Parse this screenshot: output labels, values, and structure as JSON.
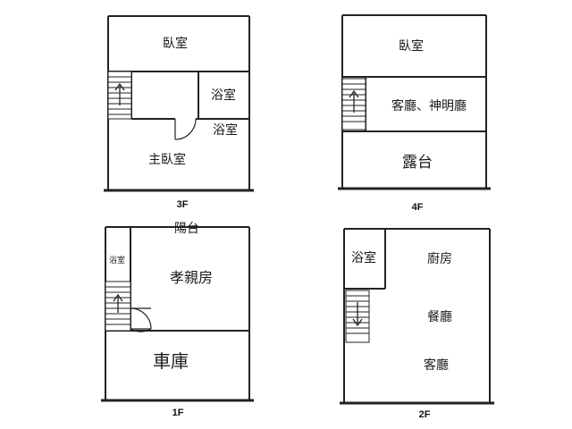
{
  "floors": {
    "f3": {
      "label": "3F",
      "rooms": {
        "bedroom": "臥室",
        "bath1": "浴室",
        "bath2": "浴室",
        "master": "主臥室"
      }
    },
    "f4": {
      "label": "4F",
      "rooms": {
        "bedroom": "臥室",
        "living_shrine": "客廳、神明廳",
        "terrace": "露台"
      }
    },
    "f1": {
      "label": "1F",
      "rooms": {
        "balcony": "陽台",
        "bath": "浴室",
        "parents": "孝親房",
        "garage": "車庫"
      }
    },
    "f2": {
      "label": "2F",
      "rooms": {
        "bath": "浴室",
        "kitchen": "廚房",
        "dining": "餐廳",
        "living": "客廳"
      }
    }
  },
  "colors": {
    "wall": "#222222",
    "text": "#1a1a1a",
    "background": "#ffffff"
  },
  "icons": [
    "staircase-icon",
    "door-swing-icon"
  ]
}
